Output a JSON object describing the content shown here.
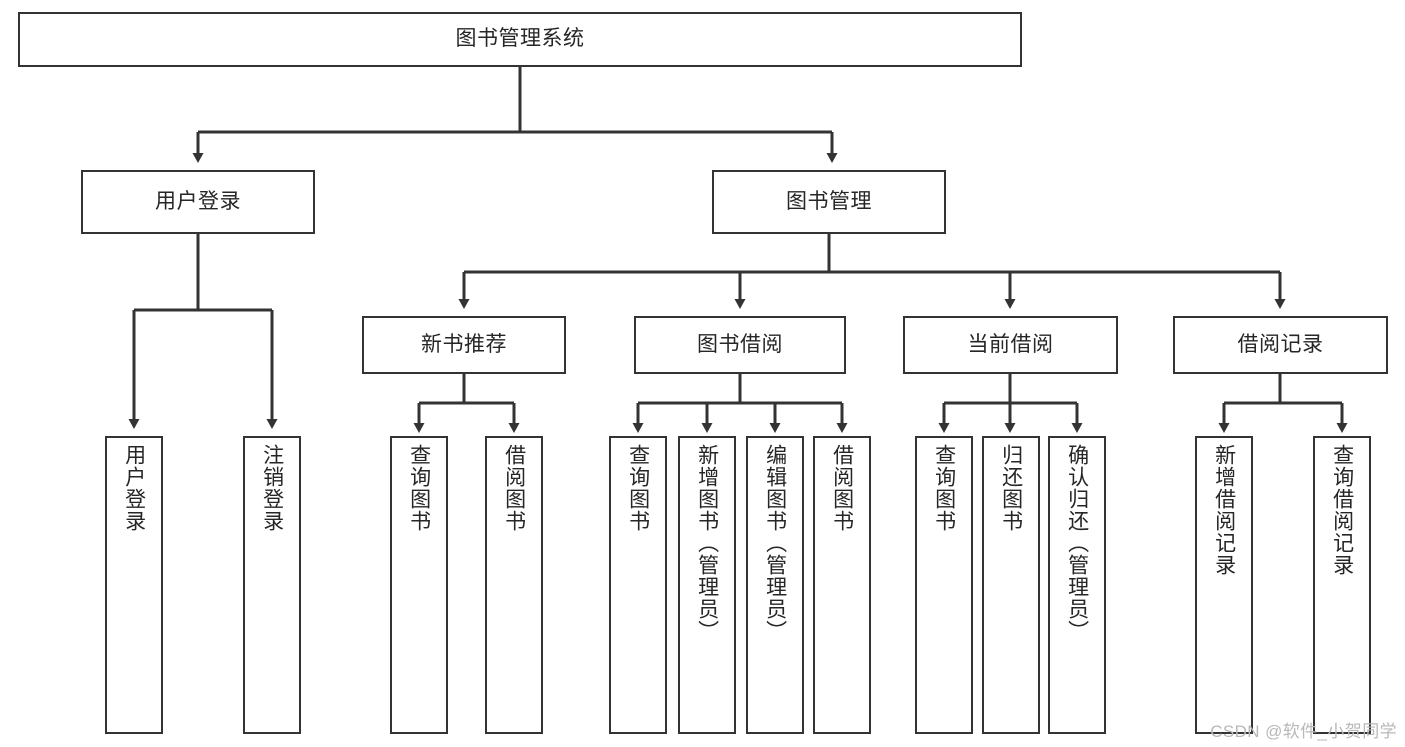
{
  "diagram": {
    "title": "图书管理系统",
    "type": "tree-hierarchy",
    "orientation": "top-down",
    "colors": {
      "node_border": "#333333",
      "node_fill": "#ffffff",
      "edge": "#333333",
      "text": "#262626",
      "watermark": "#b8b8b8"
    },
    "root": {
      "label": "图书管理系统"
    },
    "level2": [
      {
        "label": "用户登录"
      },
      {
        "label": "图书管理"
      }
    ],
    "level3": [
      {
        "label": "新书推荐"
      },
      {
        "label": "图书借阅"
      },
      {
        "label": "当前借阅"
      },
      {
        "label": "借阅记录"
      }
    ],
    "leaves": {
      "user_login": [
        {
          "label": "用户登录"
        },
        {
          "label": "注销登录"
        }
      ],
      "new_book_recommend": [
        {
          "label": "查询图书"
        },
        {
          "label": "借阅图书"
        }
      ],
      "book_borrow": [
        {
          "label": "查询图书"
        },
        {
          "label": "新增图书（管理员）"
        },
        {
          "label": "编辑图书（管理员）"
        },
        {
          "label": "借阅图书"
        }
      ],
      "current_borrow": [
        {
          "label": "查询图书"
        },
        {
          "label": "归还图书"
        },
        {
          "label": "确认归还（管理员）"
        }
      ],
      "borrow_record": [
        {
          "label": "新增借阅记录"
        },
        {
          "label": "查询借阅记录"
        }
      ]
    }
  },
  "watermark": {
    "text": "CSDN @软件_小贺同学"
  }
}
